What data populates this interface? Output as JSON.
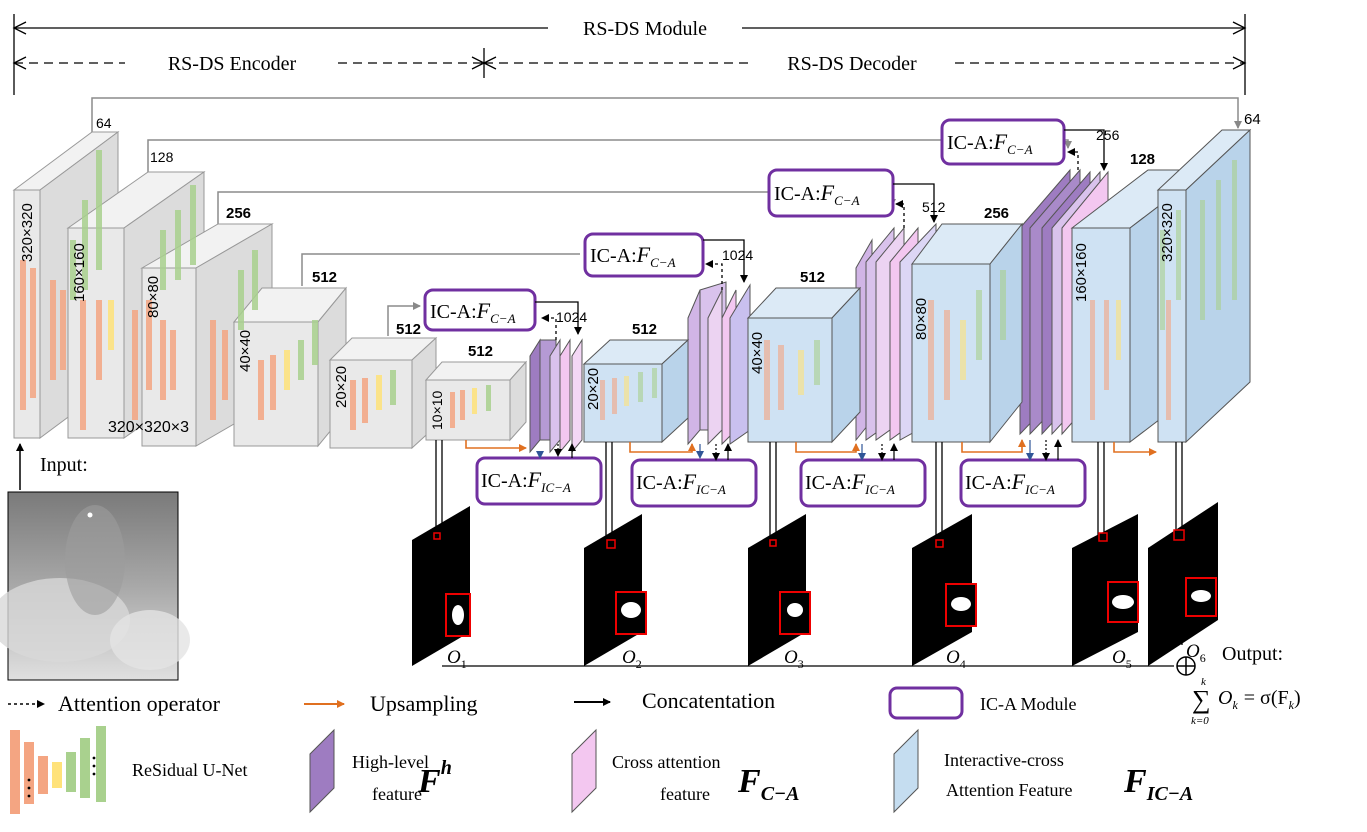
{
  "header": {
    "module": "RS-DS Module",
    "encoder": "RS-DS Encoder",
    "decoder": "RS-DS Decoder"
  },
  "input_label": "Input:",
  "input_size": "320×320×3",
  "encoder_blocks": [
    {
      "channels": "64",
      "size": "320×320"
    },
    {
      "channels": "128",
      "size": "160×160"
    },
    {
      "channels": "256",
      "size": "80×80"
    },
    {
      "channels": "512",
      "size": "40×40"
    },
    {
      "channels": "512",
      "size": "20×20"
    },
    {
      "channels": "512",
      "size": "10×10"
    }
  ],
  "decoder_blocks": [
    {
      "channels": "512",
      "size": "20×20"
    },
    {
      "channels": "512",
      "size": "40×40"
    },
    {
      "channels": "256",
      "size": "80×80"
    },
    {
      "channels": "128",
      "size": "160×160"
    },
    {
      "channels": "64",
      "size": "320×320"
    }
  ],
  "concat_channels": [
    "1024",
    "1024",
    "512",
    "256"
  ],
  "ica_top_prefix": "IC-A:",
  "ica_top_symbol": "F",
  "ica_top_sub": "C−A",
  "ica_bottom_prefix": "IC-A:",
  "ica_bottom_symbol": "F",
  "ica_bottom_sub": "IC−A",
  "outputs": [
    "O",
    "O",
    "O",
    "O",
    "O",
    "O"
  ],
  "output_subs": [
    "1",
    "2",
    "3",
    "4",
    "5",
    "6"
  ],
  "output_label": "Output:",
  "formula": {
    "sum": "∑",
    "upper": "k",
    "lower": "k=0",
    "body": "O",
    "body_sub": "k",
    "rhs": "= σ(F",
    "rhs_sub": "k",
    "close": ")"
  },
  "legend": {
    "attention": "Attention operator",
    "upsampling": "Upsampling",
    "concat": "Concatentation",
    "ica_module": "IC-A Module",
    "residual": "ReSidual U-Net",
    "high_level_1": "High-level",
    "high_level_2": "feature",
    "high_symbol": "F",
    "high_sup": "h",
    "cross_1": "Cross attention",
    "cross_2": "feature",
    "cross_symbol": "F",
    "cross_sub": "C−A",
    "interactive_1": "Interactive-cross",
    "interactive_2": "Attention Feature",
    "interactive_symbol": "F",
    "interactive_sub": "IC−A"
  },
  "colors": {
    "orange": "#f4a582",
    "yellow": "#ffe27a",
    "green": "#a9d18e",
    "purple": "#9e7cc1",
    "pink": "#f3c7f0",
    "blue": "#c5ddf0",
    "grey": "#e6e6e6",
    "box_border": "#7030a0",
    "upsample_arrow": "#e07020"
  }
}
